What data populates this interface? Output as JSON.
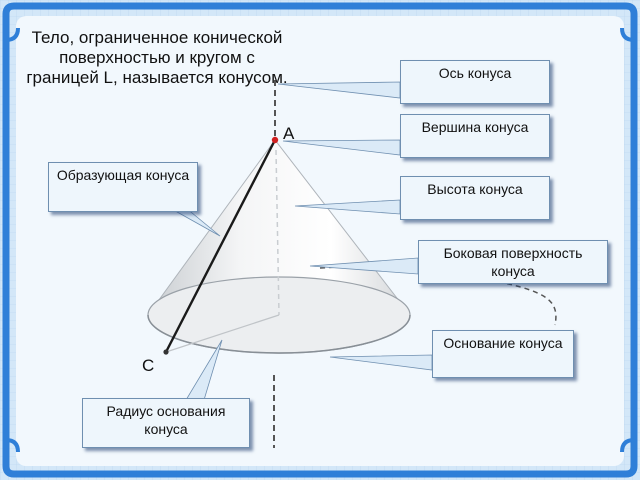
{
  "definition": "Тело, ограниченное конической поверхностью и кругом с границей L, называется конусом.",
  "callouts": {
    "axis": "Ось конуса",
    "apex": "Вершина конуса",
    "generatrix": "Образующая конуса",
    "height": "Высота конуса",
    "lateral": "Боковая поверхность конуса",
    "base": "Основание конуса",
    "radius": "Радиус основания конуса"
  },
  "points": {
    "apex": "A",
    "base_point": "C"
  },
  "colors": {
    "frame_blue": "#2f7fd8",
    "background_blue": "#c9e1f7",
    "apex_dot": "#d02020",
    "callout_fill": "#eef6fc"
  }
}
